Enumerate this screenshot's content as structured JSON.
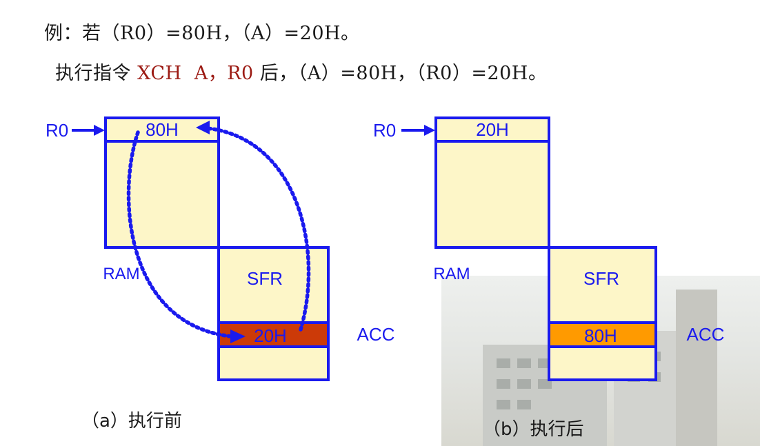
{
  "header": {
    "line1": "例：若（R0）=80H，（A）=20H。",
    "line2_prefix": "执行指令 ",
    "line2_instruction": "XCH  A，R0",
    "line2_suffix": " 后，（A）=80H，（R0）=20H。"
  },
  "diagram_before": {
    "pointer_label": "R0",
    "r0_cell_value": "80H",
    "ram_label": "RAM",
    "sfr_label": "SFR",
    "acc_cell_value": "20H",
    "acc_label": "ACC",
    "caption": "（a）执行前",
    "acc_highlight_color": "#cc3a08"
  },
  "diagram_after": {
    "pointer_label": "R0",
    "r0_cell_value": "20H",
    "ram_label": "RAM",
    "sfr_label": "SFR",
    "acc_cell_value": "80H",
    "acc_label": "ACC",
    "caption": "（b）执行后",
    "acc_highlight_color": "#ff9a00"
  },
  "colors": {
    "diagram_blue": "#1a1aee",
    "cell_fill": "#fdf6c8",
    "instruction_red": "#9c1b14"
  }
}
